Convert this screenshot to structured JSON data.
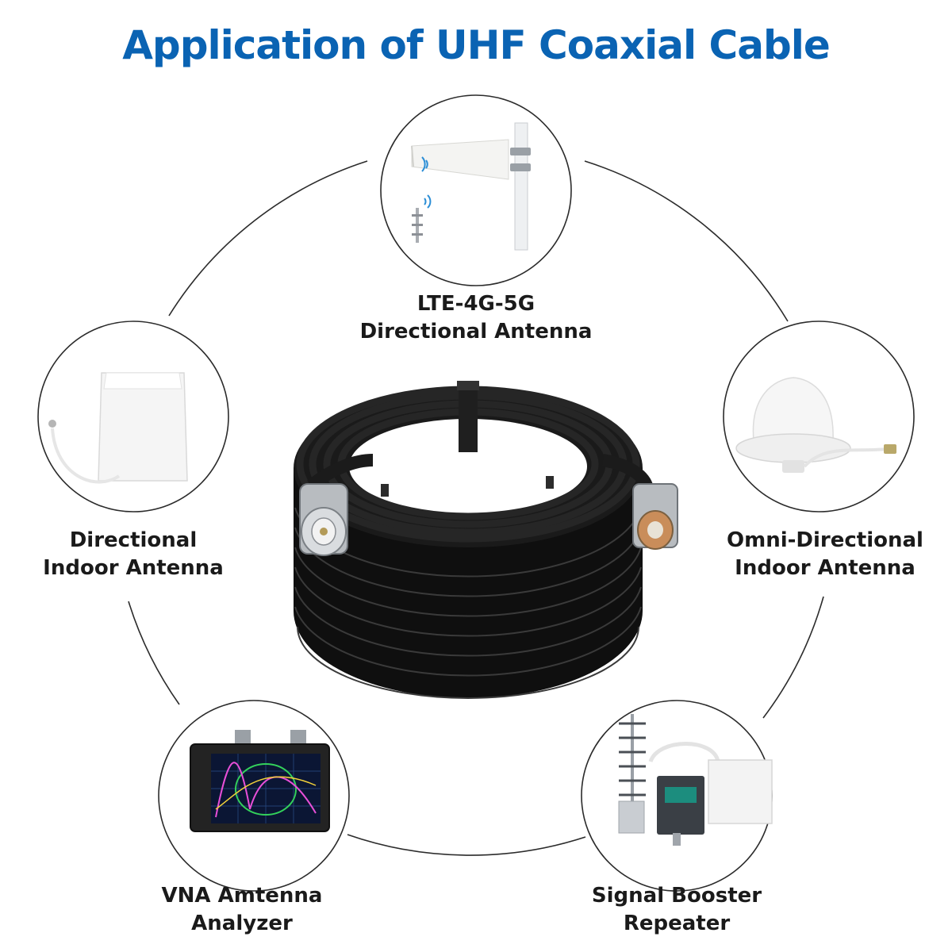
{
  "title": "Application of UHF Coaxial Cable",
  "colors": {
    "title": "#0a63b3",
    "text": "#1a1a1a",
    "ring": "#2b2b2b",
    "cable": "#141414"
  },
  "applications": [
    {
      "line1": "LTE-4G-5G",
      "line2": "Directional Antenna",
      "icon": "yagi-log-periodic-antenna-icon"
    },
    {
      "line1": "Directional",
      "line2": "Indoor Antenna",
      "icon": "panel-antenna-icon"
    },
    {
      "line1": "Omni-Directional",
      "line2": "Indoor Antenna",
      "icon": "ceiling-dome-antenna-icon"
    },
    {
      "line1": "VNA Amtenna",
      "line2": "Analyzer",
      "icon": "vna-analyzer-icon"
    },
    {
      "line1": "Signal Booster",
      "line2": "Repeater",
      "icon": "signal-booster-icon"
    }
  ],
  "center_image": "coaxial-cable-coil-icon"
}
